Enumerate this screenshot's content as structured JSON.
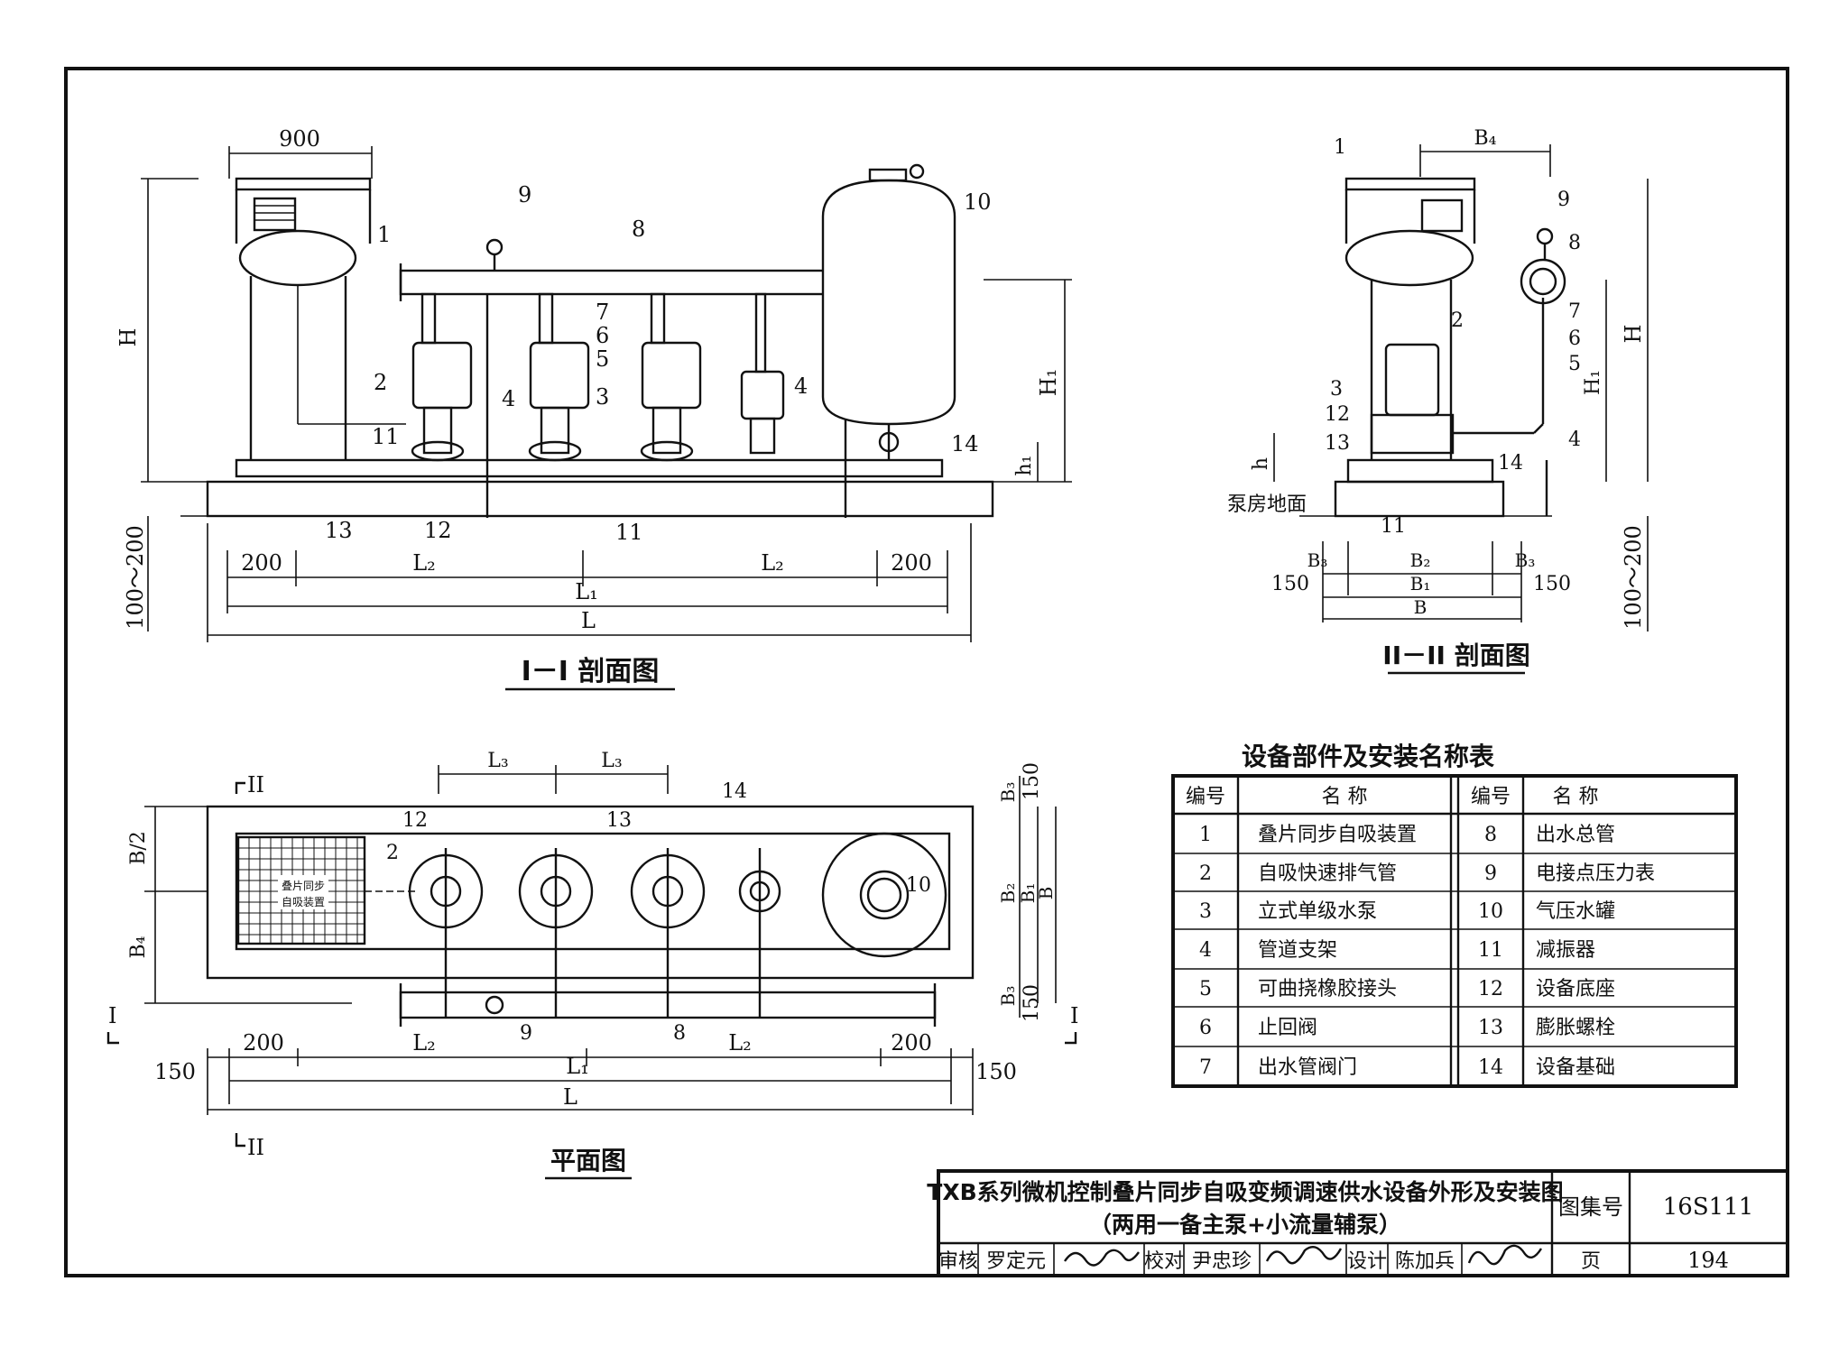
{
  "section1": {
    "title": "I－I 剖面图",
    "dims": {
      "top_width": "900",
      "height": "H",
      "base_height": "100～200",
      "left_offset": "200",
      "right_offset": "200",
      "L2": "L₂",
      "L1": "L₁",
      "L": "L",
      "H1": "H₁",
      "h1": "h₁"
    },
    "callouts": [
      "1",
      "2",
      "3",
      "4",
      "5",
      "6",
      "7",
      "8",
      "9",
      "10",
      "11",
      "12",
      "13",
      "14",
      "4",
      "11"
    ]
  },
  "section2": {
    "title": "II－II 剖面图",
    "dims": {
      "B4": "B₄",
      "H": "H",
      "H1": "H₁",
      "h": "h",
      "base_height": "100～200",
      "B3": "B₃",
      "B2": "B₂",
      "B1": "B₁",
      "B": "B",
      "side": "150"
    },
    "floor_label": "泵房地面",
    "callouts": [
      "1",
      "2",
      "3",
      "12",
      "13",
      "11",
      "14",
      "9",
      "8",
      "7",
      "6",
      "5",
      "4"
    ]
  },
  "plan": {
    "title": "平面图",
    "device_label_line1": "叠片同步",
    "device_label_line2": "自吸装置",
    "section_mark_2": "II",
    "section_mark_1": "I",
    "dims": {
      "L3": "L₃",
      "B_half": "B/2",
      "B4": "B₄",
      "B3": "B₃",
      "B2": "B₂",
      "B1": "B₁",
      "B": "B",
      "offset150": "150",
      "offset200": "200",
      "L2": "L₂",
      "L1": "L₁",
      "L": "L"
    },
    "callouts": [
      "12",
      "13",
      "14",
      "2",
      "10",
      "9",
      "8"
    ]
  },
  "parts_table": {
    "title": "设备部件及安装名称表",
    "headers": [
      "编号",
      "名  称",
      "编号",
      "名  称"
    ],
    "rows": [
      [
        "1",
        "叠片同步自吸装置",
        "8",
        "出水总管"
      ],
      [
        "2",
        "自吸快速排气管",
        "9",
        "电接点压力表"
      ],
      [
        "3",
        "立式单级水泵",
        "10",
        "气压水罐"
      ],
      [
        "4",
        "管道支架",
        "11",
        "减振器"
      ],
      [
        "5",
        "可曲挠橡胶接头",
        "12",
        "设备底座"
      ],
      [
        "6",
        "止回阀",
        "13",
        "膨胀螺栓"
      ],
      [
        "7",
        "出水管阀门",
        "14",
        "设备基础"
      ]
    ]
  },
  "title_block": {
    "title_line1": "TXB系列微机控制叠片同步自吸变频调速供水设备外形及安装图",
    "title_line2": "（两用一备主泵+小流量辅泵）",
    "atlas_label": "图集号",
    "atlas_no": "16S111",
    "review_label": "审核",
    "reviewer": "罗定元",
    "check_label": "校对",
    "checker": "尹忠珍",
    "design_label": "设计",
    "designer": "陈加兵",
    "page_label": "页",
    "page_no": "194",
    "signatures": [
      "罗定元",
      "尹忠珍",
      "陈加兵"
    ]
  }
}
